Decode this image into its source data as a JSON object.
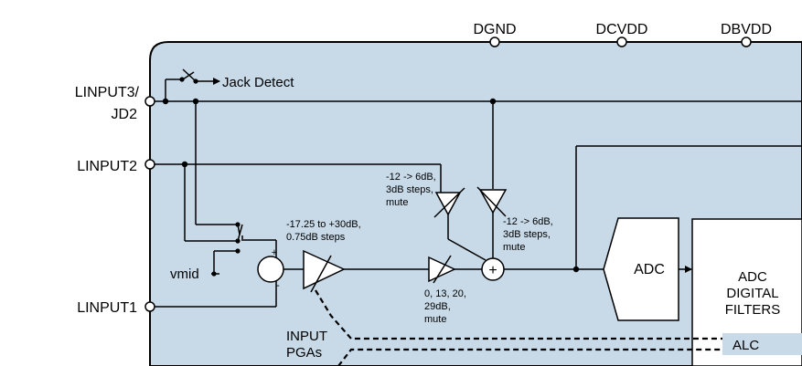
{
  "supply_pins": {
    "dgnd": "DGND",
    "dcvdd": "DCVDD",
    "dbvdd": "DBVDD"
  },
  "input_pins": {
    "linput3_line1": "LINPUT3/",
    "linput3_line2": "JD2",
    "linput2": "LINPUT2",
    "linput1": "LINPUT1"
  },
  "labels": {
    "jack_detect": "Jack Detect",
    "vmid": "vmid",
    "plus": "+",
    "minus": "-",
    "sum": "+",
    "pga_gain_line1": "-17.25 to +30dB,",
    "pga_gain_line2": "0.75dB steps",
    "boost_gain_line1": "0, 13, 20,",
    "boost_gain_line2": "29dB,",
    "boost_gain_line3": "mute",
    "linput2_boost_line1": "-12 -> 6dB,",
    "linput2_boost_line2": "3dB steps,",
    "linput2_boost_line3": "mute",
    "linput3_boost_line1": "-12 -> 6dB,",
    "linput3_boost_line2": "3dB steps,",
    "linput3_boost_line3": "mute",
    "adc": "ADC",
    "adc_filters_line1": "ADC",
    "adc_filters_line2": "DIGITAL",
    "adc_filters_line3": "FILTERS",
    "input_pgas_line1": "INPUT",
    "input_pgas_line2": "PGAs",
    "alc": "ALC"
  }
}
